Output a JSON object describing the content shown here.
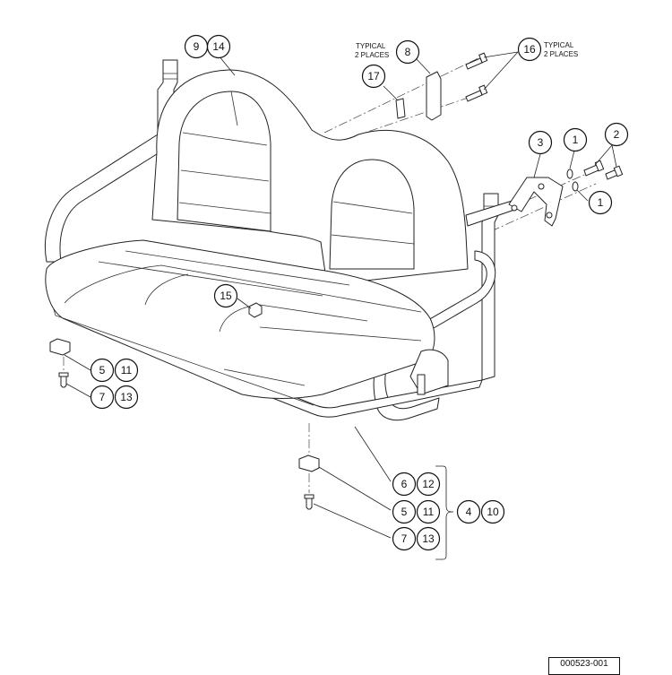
{
  "drawing_number": "000523-001",
  "notes": {
    "typical_left_line1": "TYPICAL",
    "typical_left_line2": "2 PLACES",
    "typical_right_line1": "TYPICAL",
    "typical_right_line2": "2 PLACES"
  },
  "callouts": {
    "c9": "9",
    "c14": "14",
    "c8": "8",
    "c17": "17",
    "c16": "16",
    "c3": "3",
    "c1a": "1",
    "c2": "2",
    "c1b": "1",
    "c15": "15",
    "c5a": "5",
    "c11a": "11",
    "c7a": "7",
    "c13a": "13",
    "c6": "6",
    "c12": "12",
    "c5b": "5",
    "c11b": "11",
    "c7b": "7",
    "c13b": "13",
    "c4": "4",
    "c10": "10"
  }
}
